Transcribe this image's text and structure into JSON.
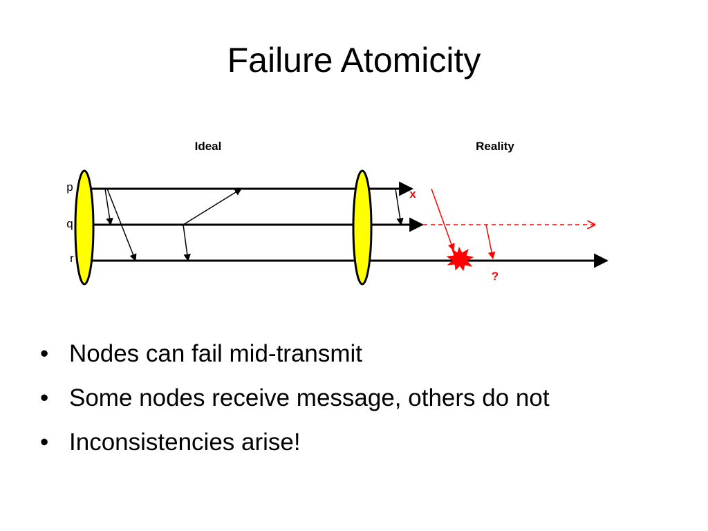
{
  "slide": {
    "title": "Failure Atomicity"
  },
  "diagram": {
    "ideal_label": "Ideal",
    "reality_label": "Reality",
    "process_labels": [
      "p",
      "q",
      "r"
    ],
    "failure_mark": "x",
    "unknown_mark": "?",
    "colors": {
      "line": "#000000",
      "ellipse_fill": "#ffff00",
      "failure": "#ff0000"
    }
  },
  "bullets": {
    "marker": "•",
    "items": [
      "Nodes can fail mid-transmit",
      "Some nodes receive message, others do not",
      "Inconsistencies arise!"
    ]
  }
}
